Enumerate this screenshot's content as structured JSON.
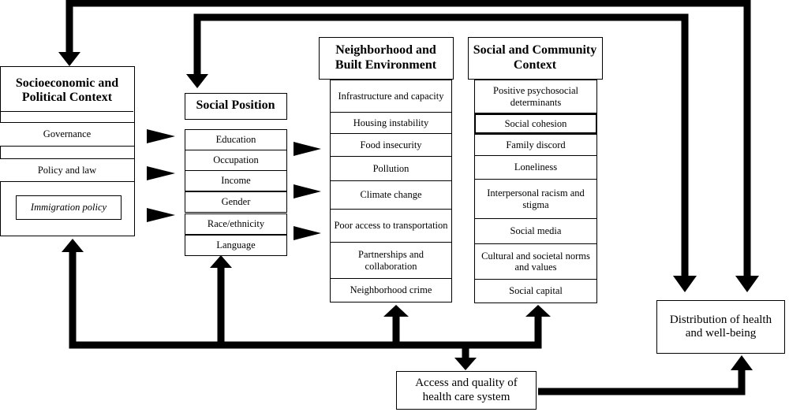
{
  "socioeconomic": {
    "title": "Socioeconomic and Political Context",
    "items": [
      "Governance",
      "Policy and law",
      "Immigration policy"
    ]
  },
  "social_position": {
    "title": "Social Position",
    "items": [
      "Education",
      "Occupation",
      "Income",
      "Gender",
      "Race/ethnicity",
      "Language"
    ]
  },
  "neighborhood": {
    "title": "Neighborhood and Built Environment",
    "items": [
      "Infrastructure and capacity",
      "Housing instability",
      "Food insecurity",
      "Pollution",
      "Climate change",
      "Poor access to transportation",
      "Partnerships and collaboration",
      "Neighborhood crime"
    ]
  },
  "social_community": {
    "title": "Social and Community Context",
    "items": [
      "Positive psychosocial determinants",
      "Social cohesion",
      "Family discord",
      "Loneliness",
      "Interpersonal racism and stigma",
      "Social media",
      "Cultural and societal norms and values",
      "Social capital"
    ]
  },
  "outcome": {
    "title": "Distribution of health and well-being"
  },
  "health_care": {
    "title": "Access and quality of health care system"
  }
}
